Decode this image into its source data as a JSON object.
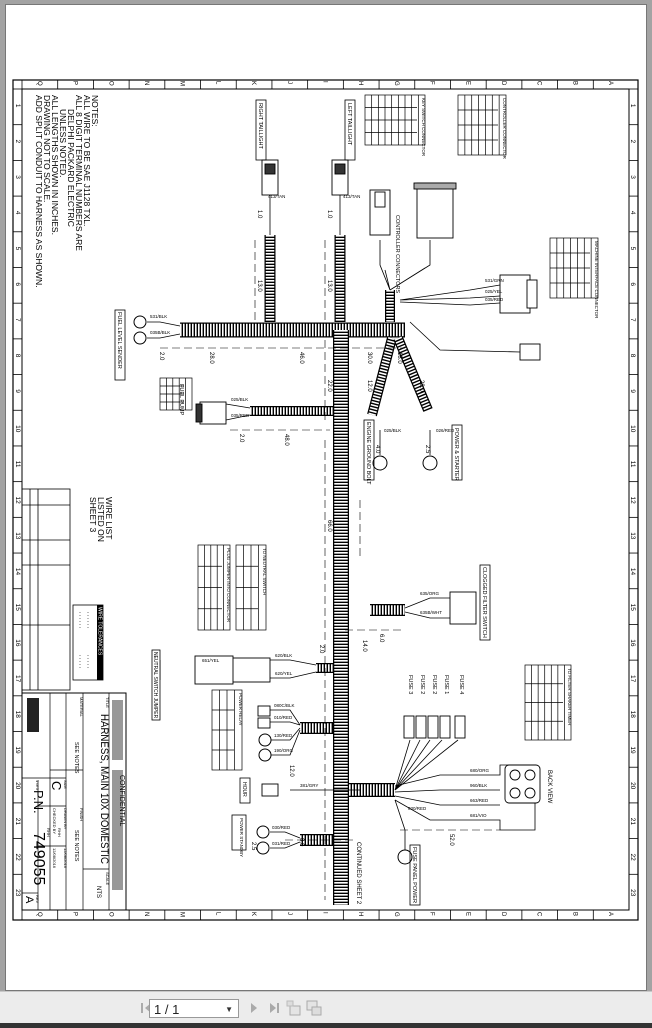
{
  "viewer": {
    "page_indicator": "1 / 1",
    "buttons": {
      "first": "first-page",
      "prev": "previous-page",
      "next": "next-page",
      "last": "last-page",
      "rotate_a": "page-view-1",
      "rotate_b": "page-view-2"
    }
  },
  "frame": {
    "columns": [
      "Q",
      "P",
      "O",
      "N",
      "M",
      "L",
      "K",
      "J",
      "I",
      "H",
      "G",
      "F",
      "E",
      "D",
      "C",
      "B",
      "A"
    ],
    "rows": [
      "1",
      "2",
      "3",
      "4",
      "5",
      "6",
      "7",
      "8",
      "9",
      "10",
      "11",
      "12",
      "13",
      "14",
      "15",
      "16",
      "17",
      "18",
      "19",
      "20",
      "21",
      "22",
      "23"
    ]
  },
  "notes": {
    "heading": "NOTES:",
    "lines": [
      "ALL WIRE TO BE SAE J1128 TXL.",
      "ALL 8 DIGIT TERMINAL NUMBERS ARE",
      "DELPHI PACKARD ELECTRIC",
      "UNLESS NOTED.",
      "ALL LENGTHS SHOWN IN INCHES.",
      "DRAWING NOT TO SCALE.",
      "ADD SPLIT CONDUIT TO HARNESS AS SHOWN."
    ]
  },
  "wire_list": [
    "WIRE LIST",
    "LISTED ON",
    "SHEET 3"
  ],
  "tolerance_box": {
    "title": "WIRE TOLERANCES"
  },
  "title_block": {
    "confidential": "CONFIDENTIAL",
    "title_label": "TITLE",
    "title": "HARNESS, MAIN 10X DOMESTIC",
    "scale_label": "SCALE",
    "scale": "NTS",
    "material_label": "MATERIAL",
    "material": "SEE NOTES",
    "finish_label": "FINISH",
    "finish": "SEE NOTES",
    "size_label": "SIZE",
    "size": "C",
    "pn_label": "P.N.",
    "pn": "749055",
    "rev_label": "REV",
    "rev": "A",
    "sheet": "1 of 3",
    "drawn_by_label": "DRAWN BY",
    "drawn_by": "RHH",
    "checked_by_label": "CHECKED BY",
    "checked_by": "RHH",
    "date1": "12/08/2016",
    "date2": "12/08/2016"
  },
  "labels": {
    "right_taillight": "RIGHT TAILLIGHT",
    "left_taillight": "LEFT TAILLIGHT",
    "controller_connectors": "CONTROLLER CONNECTORS",
    "fuel_level_sender": "FUEL LEVEL SENDER",
    "engine_ground": "ENGINE GROUND BOLT",
    "power_starter": "POWER & STARTER",
    "fuel_pump": "FUEL PUMP",
    "clogged_filter": "CLOGGED FILTER SWITCH",
    "neutral_jumper": "NEUTRAL SWITCH JUMPER",
    "fuse_panel_power": "FUSE PANEL POWER",
    "power_standby": "POWER STANDBY",
    "hour_meter": "HOUR",
    "continued": "CONTINUED SHEET 2",
    "back_view": "BACK VIEW",
    "key_switch_table": "KEY SWITCH CONNECTOR",
    "controller_table": "CONTROLLER CONNECTOR",
    "machine_interface_table": "MACHINE INTERFACE CONNECTOR",
    "to_neutral_switch": "TO NEUTRAL SWITCH",
    "plug_jumper": "PLUG JUMPER INTO CONNECTOR",
    "power_relay": "POWER RELAY",
    "filter_timer": "TO FILTER SHAKER TIMER",
    "fuses": [
      "FUSE 3",
      "FUSE 2",
      "FUSE 2",
      "FUSE 1",
      "FUSE 4"
    ]
  },
  "wires": [
    "531/BLK",
    "035B/BLK",
    "531/GRN",
    "025/YEL",
    "035/RED",
    "025/BLK",
    "035/RED",
    "025/BLK",
    "026/RED",
    "413/TAN",
    "413/TAN",
    "635/ORG",
    "635B/WHT",
    "620/BLK",
    "620/YEL",
    "651/YEL",
    "080C/BLK",
    "010/RED",
    "130/RED",
    "190/ORG",
    "381/GRY",
    "030/RED",
    "031/RED",
    "680/ORG",
    "960/BLK",
    "663/RED",
    "681/VIO",
    "030/RED"
  ],
  "dimensions": [
    "2.0",
    "28.0",
    "46.0",
    "13.0",
    "13.0",
    "1.0",
    "1.0",
    "22.0",
    "30.0",
    "18.0",
    "12.0",
    "28.0",
    "4.0",
    "2.5",
    "48.0",
    "2.0",
    "66.0",
    "14.0",
    "6.0",
    "2.0",
    "12.0",
    "8.0",
    "52.0",
    "2.5"
  ]
}
